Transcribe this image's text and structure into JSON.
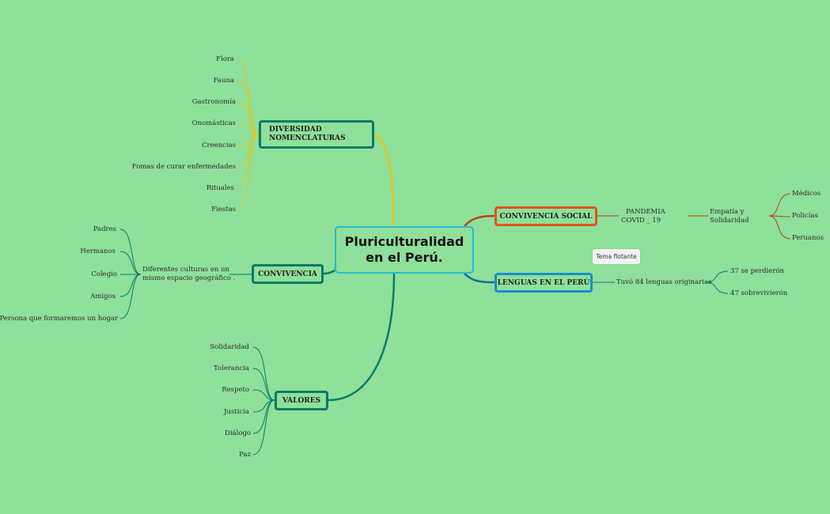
{
  "central": {
    "line1": "Pluriculturalidad",
    "line2": "en el Perú."
  },
  "diversidad": {
    "line1": "DIVERSIDAD",
    "line2": "NOMENCLATURAS",
    "color": "#e6c41a",
    "items": [
      "Flora",
      "Fauna",
      "Gastronomía",
      "Onomásticas",
      "Creencias",
      "Fomas de curar enfermedades",
      "Rituales",
      "Fiestas"
    ]
  },
  "convivencia": {
    "label": "CONVIVENCIA",
    "color": "#0a7a6a",
    "sub_line1": "Diferentes culturas en un",
    "sub_line2": "mismo espacio geográfico .",
    "items": [
      "Padres",
      "Hermanos",
      "Colegio",
      "Amigos",
      "Persona que formaremos un hogar"
    ]
  },
  "valores": {
    "label": "VALORES",
    "color": "#0a7a6a",
    "items": [
      "Solidaridad",
      "Tolerancia",
      "Respeto",
      "Justicia",
      "Diálogo",
      "Paz"
    ]
  },
  "convivencia_social": {
    "label": "CONVIVENCIA SOCIAL",
    "color": "#e2541c",
    "line_color": "#b5421a",
    "pandemia_line1": "PANDEMIA",
    "pandemia_line2": "COVID _ 19",
    "empatia_line1": "Empatía y",
    "empatia_line2": "Solidaridad",
    "items": [
      "Médicos",
      "Policías",
      "Peruanos"
    ]
  },
  "lenguas": {
    "label": "LENGUAS EN EL PERÚ",
    "color": "#1a8ccc",
    "line_color": "#1a6e8a",
    "sub": "Tuvó 84 lenguas originarias",
    "items": [
      "37 se perdierón",
      "47 sobrevivierón"
    ]
  },
  "floating": {
    "label": "Tema flotante"
  }
}
